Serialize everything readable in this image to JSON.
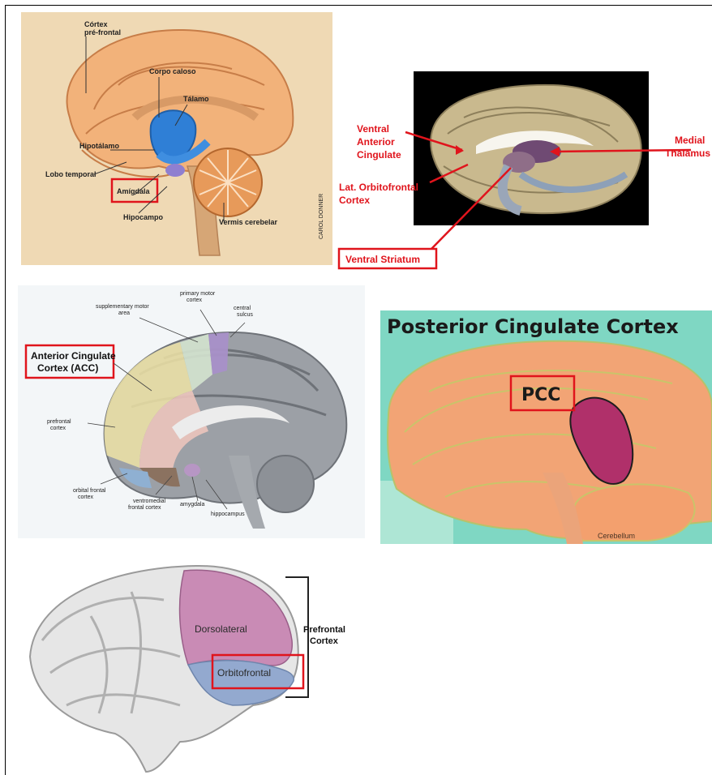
{
  "panels": {
    "limbic_pt": {
      "labels": {
        "cortex_prefrontal": "Córtex\npré-frontal",
        "corpo_caloso": "Corpo caloso",
        "talamo": "Tálamo",
        "hipotalamo": "Hipotálamo",
        "lobo_temporal": "Lobo temporal",
        "amigdala": "Amígdala",
        "hipocampo": "Hipocampo",
        "vermis": "Vermis cerebelar",
        "credit": "CAROL DONNER"
      }
    },
    "reward": {
      "labels": {
        "ventral_anterior_cingulate": "Ventral\nAnterior\nCingulate",
        "medial_thalamus": "Medial\nThalamus",
        "lat_orbitofrontal": "Lat. Orbitofrontal\nCortex",
        "ventral_striatum": "Ventral Striatum"
      }
    },
    "acc": {
      "labels": {
        "primary_motor": "primary motor\ncortex",
        "supplementary_motor": "supplementary motor\narea",
        "central_sulcus": "central\nsulcus",
        "acc": "Anterior Cingulate\nCortex (ACC)",
        "prefrontal": "prefrontal\ncortex",
        "orbital_frontal": "orbital frontal\ncortex",
        "ventromedial": "ventromedial\nfrontal cortex",
        "amygdala": "amygdala",
        "hippocampus": "hippocampus"
      }
    },
    "pcc": {
      "labels": {
        "title": "Posterior Cingulate Cortex",
        "pcc": "PCC",
        "cerebellum": "Cerebellum"
      }
    },
    "prefrontal": {
      "labels": {
        "dorsolateral": "Dorsolateral",
        "orbitofrontal": "Orbitofrontal",
        "prefrontal_cortex": "Prefrontal\nCortex"
      }
    }
  },
  "colors": {
    "highlight_red": "#e0141c",
    "brain_orange": "#f2b27a",
    "thalamus_blue": "#2f7fd6",
    "acc_pink": "#e8c4bf",
    "pcc_magenta": "#b0306a",
    "dorsolateral_pink": "#c98bb5",
    "orbitofrontal_blue": "#93a9cf"
  }
}
